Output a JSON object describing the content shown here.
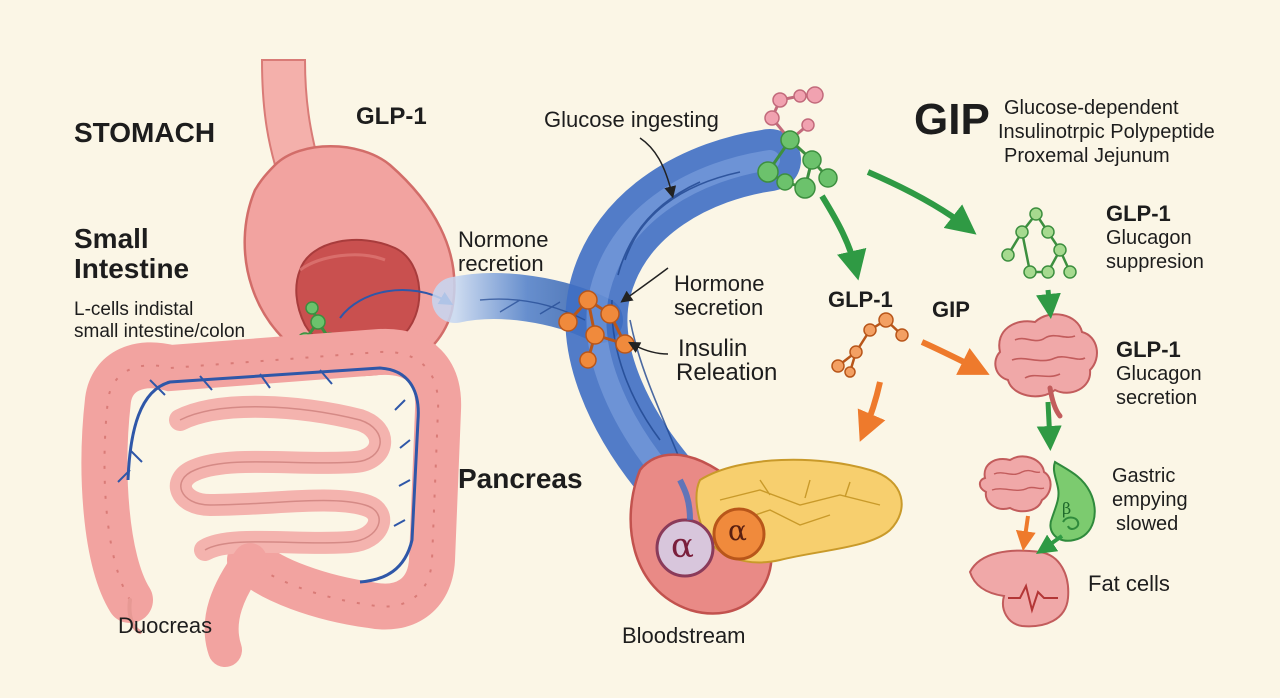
{
  "labels": {
    "stomach": "STOMACH",
    "glp1_top": "GLP-1",
    "small_intestine": [
      "Small",
      "Intestine"
    ],
    "lcells": [
      "L-cells indistal",
      "small intestine/colon"
    ],
    "duocreas": "Duocreas",
    "normone": [
      "Normone",
      "recretion"
    ],
    "glucose_ingesting": "Glucose ingesting",
    "hormone": [
      "Hormone",
      "secretion"
    ],
    "insulin": [
      "Insulin",
      "Releation"
    ],
    "pancreas": "Pancreas",
    "bloodstream": "Bloodstream",
    "gip_big": "GIP",
    "gip_desc": [
      "Glucose-dependent",
      "Insulinotrpic Polypeptide",
      "Proxemal Jejunum"
    ],
    "glp1_suppression": "GLP-1",
    "suppression_desc": [
      "Glucagon",
      "suppresion"
    ],
    "glp1_mid": "GLP-1",
    "gip_mid": "GIP",
    "glp1_secretion": "GLP-1",
    "secretion_desc": [
      "Glucagon",
      "secretion"
    ],
    "gastric": [
      "Gastric",
      "empying",
      "slowed"
    ],
    "fat_cells": "Fat cells",
    "alpha_left": "α",
    "alpha_right": "α",
    "beta_symbol": "β"
  },
  "colors": {
    "background": "#fbf6e6",
    "organ_pink": "#f2a3a0",
    "organ_dark": "#c9504f",
    "vessel_blue": "#3f6fc4",
    "molecule_green": "#6cc26c",
    "molecule_orange": "#f08a3c",
    "molecule_pink": "#f1a2b0",
    "pancreas_yellow": "#f7cf6e",
    "arrow_green": "#2f9a44",
    "arrow_orange": "#ee7a2c"
  }
}
